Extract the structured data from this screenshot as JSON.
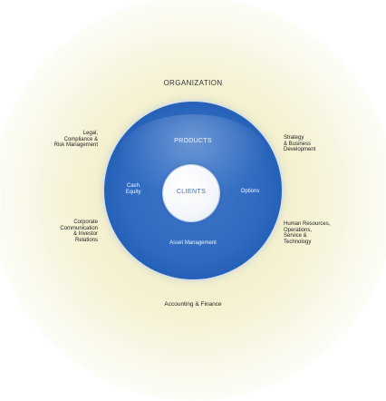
{
  "title": "ORGANIZATION",
  "ring": {
    "top_label": "PRODUCTS",
    "left_label_line1": "Cash",
    "left_label_line2": "Equity",
    "right_label": "Options",
    "bottom_label": "Asset Management"
  },
  "center_label": "CLIENTS",
  "outer_labels": {
    "top_left": [
      "Legal,",
      "Compliance &",
      "Risk Management"
    ],
    "top_right": [
      "Strategy",
      "& Business",
      "Development"
    ],
    "bottom_left": [
      "Corporate",
      "Communication",
      "& Investor",
      "Relations"
    ],
    "bottom_right": [
      "Human Resources,",
      "Operations,",
      "Service &",
      "Technology"
    ]
  },
  "bottom_label": "Accounting & Finance",
  "colors": {
    "ring_blue": "#2f6ac0",
    "center_text": "#3a6db8",
    "glow": "#f2eec3"
  }
}
